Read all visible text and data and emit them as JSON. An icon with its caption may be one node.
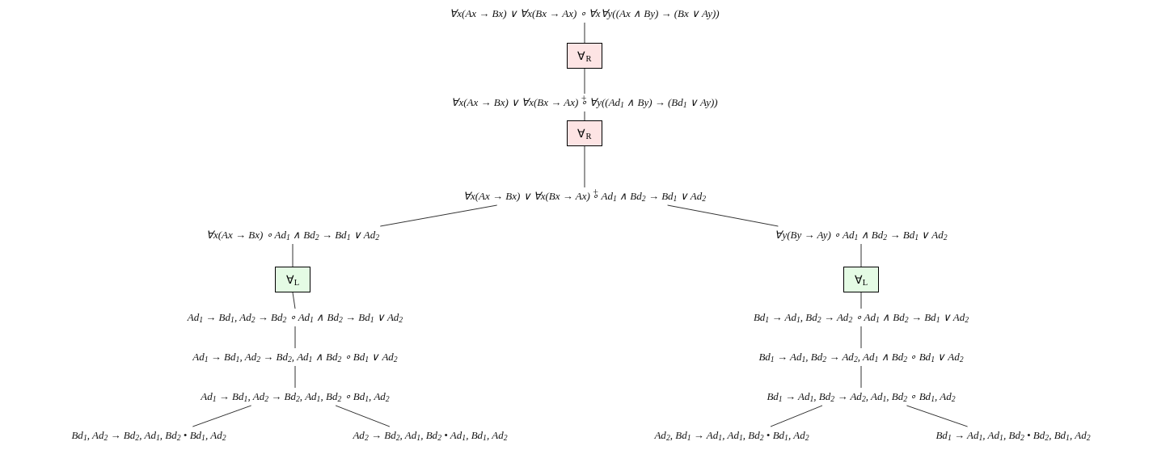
{
  "diagram": {
    "nodes": [
      {
        "text": [
          "∀x(Ax → Bx) ∨ ∀x(Bx → Ax) ∘ ∀x∀y((Ax ∧ By) → (Bx ∨ Ay))"
        ]
      },
      {
        "text": [
          "∀$_{R}$"
        ]
      },
      {
        "text": [
          "∀x(Ax → Bx) ∨ ∀x(Bx → Ax) $^{+}$∘ ∀y((Ad$_{1}$ ∧ By) → (Bd$_{1}$ ∨ Ay))"
        ]
      },
      {
        "text": [
          "∀$_{R}$"
        ]
      },
      {
        "text": [
          "∀x(Ax → Bx) ∨ ∀x(Bx → Ax) $^{+}$∘ Ad$_{1}$ ∧ Bd$_{2}$ → Bd$_{1}$ ∨ Ad$_{2}$"
        ]
      },
      {
        "text": [
          "∀x(Ax → Bx) ∘ Ad$_{1}$ ∧ Bd$_{2}$ → Bd$_{1}$ ∨ Ad$_{2}$"
        ]
      },
      {
        "text": [
          "∀y(By → Ay) ∘ Ad$_{1}$ ∧ Bd$_{2}$ → Bd$_{1}$ ∨ Ad$_{2}$"
        ]
      },
      {
        "text": [
          "∀$_{L}$"
        ]
      },
      {
        "text": [
          "∀$_{L}$"
        ]
      },
      {
        "text": [
          "Ad$_{1}$ → Bd$_{1}$, Ad$_{2}$ → Bd$_{2}$ ∘ Ad$_{1}$ ∧ Bd$_{2}$ → Bd$_{1}$ ∨ Ad$_{2}$"
        ]
      },
      {
        "text": [
          "Bd$_{1}$ → Ad$_{1}$, Bd$_{2}$ → Ad$_{2}$ ∘ Ad$_{1}$ ∧ Bd$_{2}$ → Bd$_{1}$ ∨ Ad$_{2}$"
        ]
      },
      {
        "text": [
          "Ad$_{1}$ → Bd$_{1}$, Ad$_{2}$ → Bd$_{2}$, Ad$_{1}$ ∧ Bd$_{2}$ ∘ Bd$_{1}$ ∨ Ad$_{2}$"
        ]
      },
      {
        "text": [
          "Bd$_{1}$ → Ad$_{1}$, Bd$_{2}$ → Ad$_{2}$, Ad$_{1}$ ∧ Bd$_{2}$ ∘ Bd$_{1}$ ∨ Ad$_{2}$"
        ]
      },
      {
        "text": [
          "Ad$_{1}$ → Bd$_{1}$, Ad$_{2}$ → Bd$_{2}$, Ad$_{1}$, Bd$_{2}$ ∘ Bd$_{1}$, Ad$_{2}$"
        ]
      },
      {
        "text": [
          "Bd$_{1}$ → Ad$_{1}$, Bd$_{2}$ → Ad$_{2}$, Ad$_{1}$, Bd$_{2}$ ∘ Bd$_{1}$, Ad$_{2}$"
        ]
      },
      {
        "text": [
          "Bd$_{1}$, Ad$_{2}$ → Bd$_{2}$, Ad$_{1}$, Bd$_{2}$ • Bd$_{1}$, Ad$_{2}$"
        ]
      },
      {
        "text": [
          "Ad$_{2}$ → Bd$_{2}$, Ad$_{1}$, Bd$_{2}$ • Ad$_{1}$, Bd$_{1}$, Ad$_{2}$"
        ]
      },
      {
        "text": [
          "Ad$_{2}$, Bd$_{1}$ → Ad$_{1}$, Ad$_{1}$, Bd$_{2}$ • Bd$_{1}$, Ad$_{2}$"
        ]
      },
      {
        "text": [
          "Bd$_{1}$ → Ad$_{1}$, Ad$_{1}$, Bd$_{2}$ • Bd$_{2}$, Bd$_{1}$, Ad$_{2}$"
        ]
      }
    ],
    "edges": [
      {
        "from": 0,
        "to": 1,
        "arrow": "none"
      },
      {
        "from": 1,
        "to": 2,
        "arrow": "none"
      },
      {
        "from": 2,
        "to": 3,
        "arrow": "none"
      },
      {
        "from": 3,
        "to": 4,
        "arrow": "none"
      },
      {
        "from": 4,
        "to": 5,
        "arrow": "none"
      },
      {
        "from": 4,
        "to": 6,
        "arrow": "none"
      },
      {
        "from": 5,
        "to": 7,
        "arrow": "none"
      },
      {
        "from": 6,
        "to": 8,
        "arrow": "none"
      },
      {
        "from": 7,
        "to": 9,
        "arrow": "none"
      },
      {
        "from": 8,
        "to": 10,
        "arrow": "none"
      },
      {
        "from": 9,
        "to": 11,
        "arrow": "none"
      },
      {
        "from": 10,
        "to": 12,
        "arrow": "none"
      },
      {
        "from": 11,
        "to": 13,
        "arrow": "none"
      },
      {
        "from": 12,
        "to": 14,
        "arrow": "none"
      },
      {
        "from": 13,
        "to": 15,
        "arrow": "none"
      },
      {
        "from": 13,
        "to": 16,
        "arrow": "none"
      },
      {
        "from": 14,
        "to": 17,
        "arrow": "none"
      },
      {
        "from": 14,
        "to": 18,
        "arrow": "none"
      }
    ]
  }
}
